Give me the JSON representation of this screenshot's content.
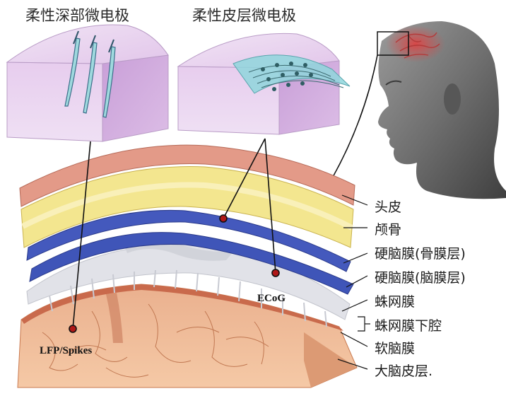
{
  "captions": {
    "deep": "柔性深部微电极",
    "cortical": "柔性皮层微电极"
  },
  "signals": {
    "ecog": "ECoG",
    "lfp": "LFP/Spikes"
  },
  "layers": [
    {
      "label": "头皮"
    },
    {
      "label": "颅骨"
    },
    {
      "label": "硬脑膜(骨膜层)"
    },
    {
      "label": "硬脑膜(脑膜层)"
    },
    {
      "label": "蛛网膜"
    },
    {
      "label": "蛛网膜下腔"
    },
    {
      "label": "软脑膜"
    },
    {
      "label": "大脑皮层."
    }
  ],
  "colors": {
    "scalp": "#e39a88",
    "skull": "#f3e68f",
    "dura": "#3f55b8",
    "arachnoid": "#dcdde4",
    "cortex": "#ecad8a",
    "block": "#e3c3ea",
    "electrode_film": "#8fd6dc"
  }
}
